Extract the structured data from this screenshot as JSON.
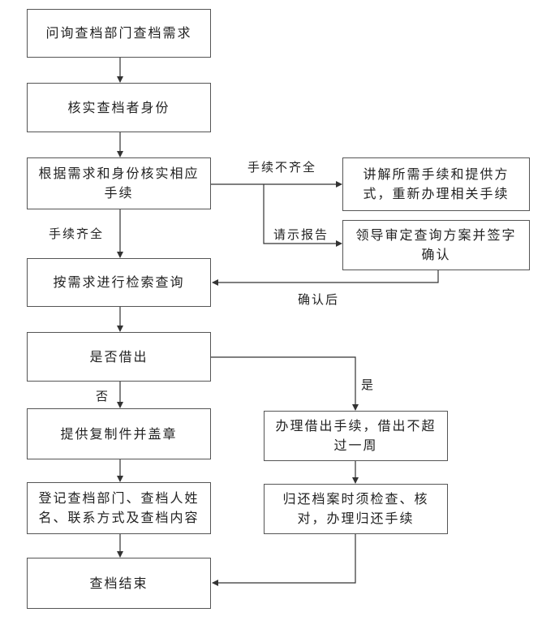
{
  "steps": {
    "s1": "问询查档部门查档需求",
    "s2": "核实查档者身份",
    "s3": "根据需求和身份核实相应手续",
    "s4": "讲解所需手续和提供方式，重新办理相关手续",
    "s5": "领导审定查询方案并签字确认",
    "s6": "按需求进行检索查询",
    "s7": "是否借出",
    "s8": "提供复制件并盖章",
    "s9": "登记查档部门、查档人姓名、联系方式及查档内容",
    "s10": "办理借出手续，借出不超过一周",
    "s11": "归还档案时须检查、核对，办理归还手续",
    "s12": "查档结束"
  },
  "labels": {
    "incomplete": "手续不齐全",
    "report": "请示报告",
    "complete": "手续齐全",
    "after_confirm": "确认后",
    "no": "否",
    "yes": "是"
  }
}
